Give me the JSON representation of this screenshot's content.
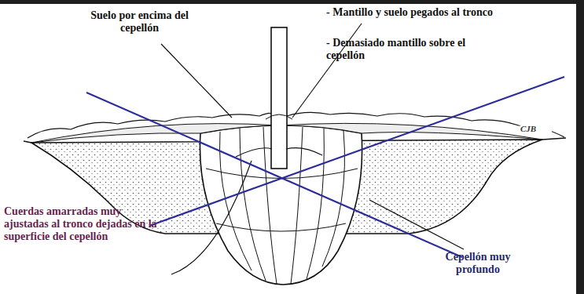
{
  "diagram": {
    "labels": [
      "Suelo por encima del cepellón",
      "- Mantillo y suelo pegados al tronco",
      "- Demasiado mantillo sobre el cepellón",
      "Cuerdas amarradas muy ajustadas al tronco dejadas en la superficie del cepellón",
      "Cepellón muy profundo",
      "CJB"
    ]
  }
}
